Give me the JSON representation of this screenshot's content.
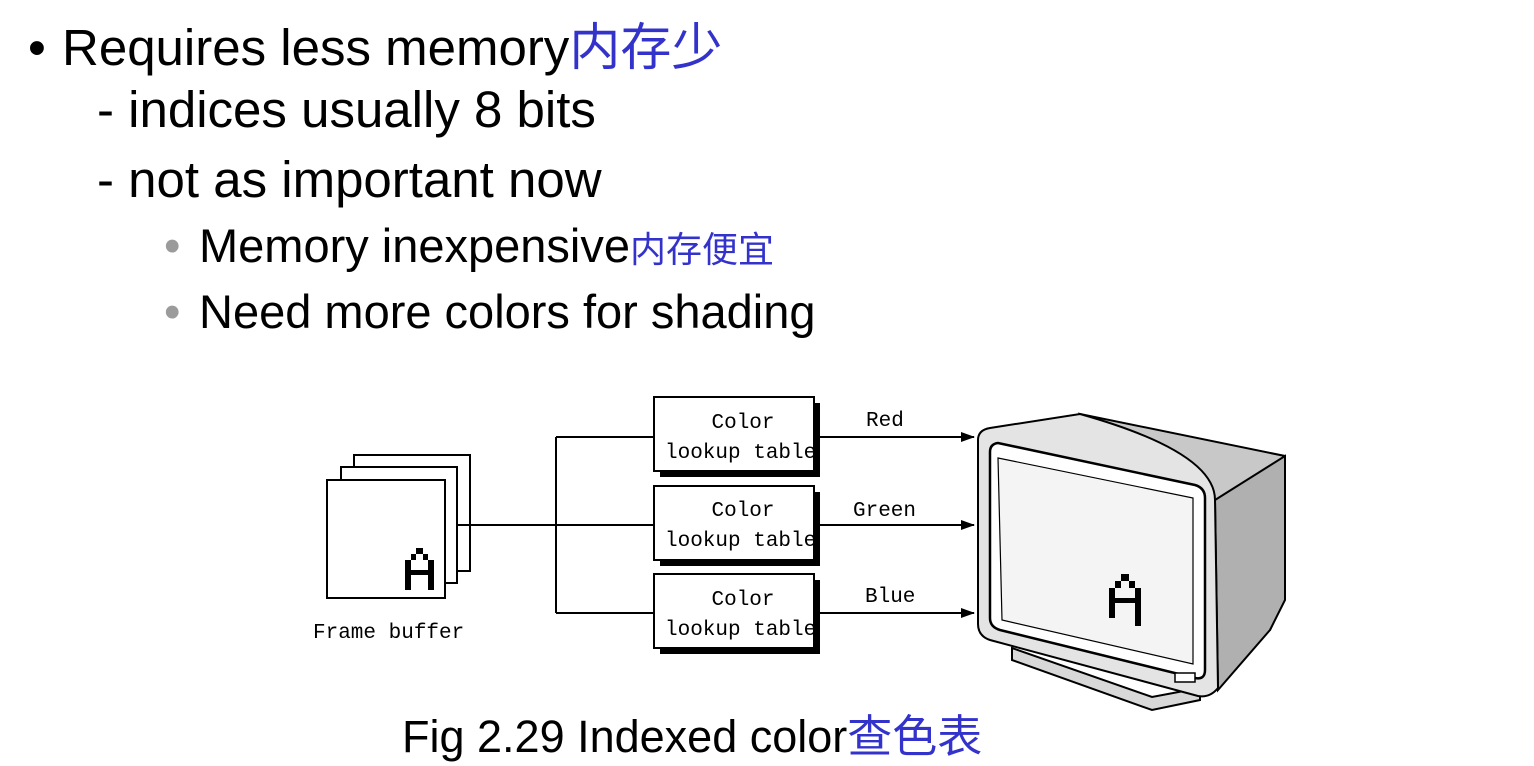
{
  "bullets": {
    "l1_text": "Requires less memory",
    "l1_cn": "内存少",
    "l2a": "- indices usually 8 bits",
    "l2b": "- not as important now",
    "l3a_text": "Memory inexpensive",
    "l3a_cn": "内存便宜",
    "l3b": "Need more colors for shading"
  },
  "diagram": {
    "frame_buffer_label": "Frame buffer",
    "lut_line1": "Color",
    "lut_line2": "lookup table",
    "channels": [
      "Red",
      "Green",
      "Blue"
    ]
  },
  "caption": {
    "text": "Fig 2.29 Indexed color",
    "cn": "查色表"
  }
}
